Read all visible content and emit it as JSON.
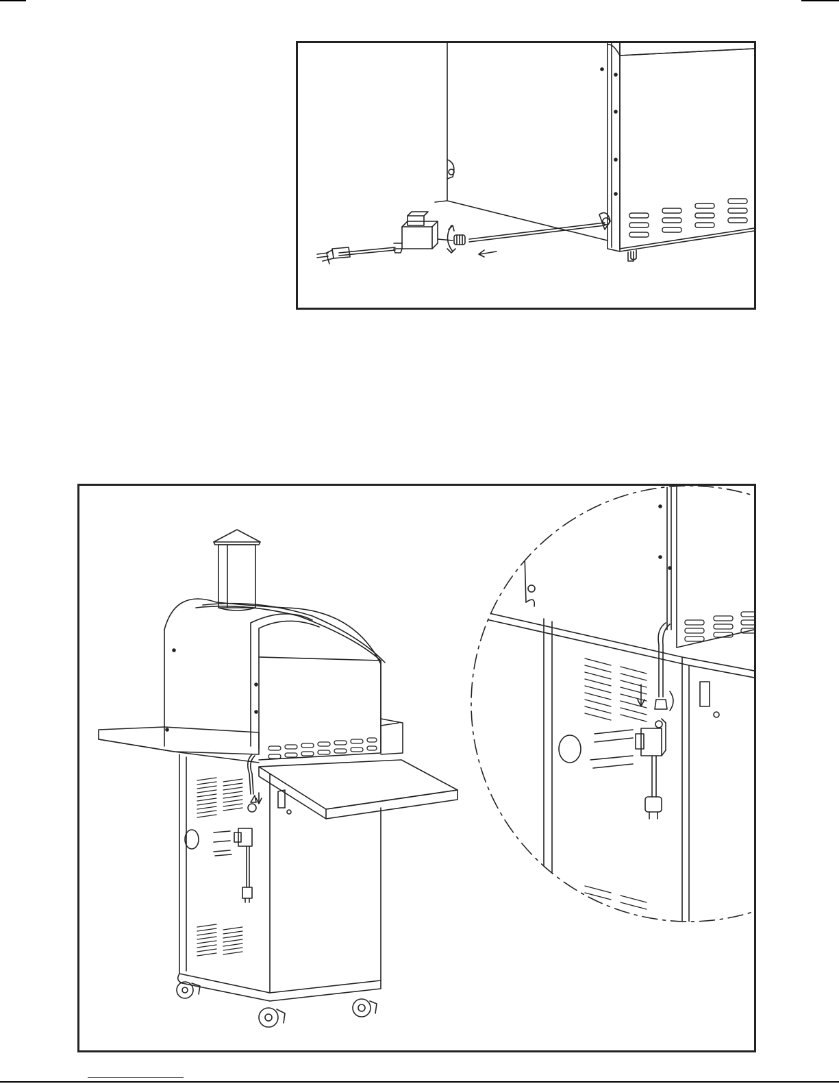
{
  "document": {
    "figures": [
      {
        "id": "figure-1",
        "depicts": "oven-rear-power-cord-connection"
      },
      {
        "id": "figure-2",
        "depicts": "oven-cart-power-cord-mounting"
      }
    ],
    "icons": [
      "plug-icon",
      "transformer-icon",
      "arrow-icon",
      "wheel-icon",
      "chimney-icon"
    ],
    "colors": {
      "line": "#222222",
      "background": "#ffffff",
      "link_rule": "#3355cc"
    }
  }
}
